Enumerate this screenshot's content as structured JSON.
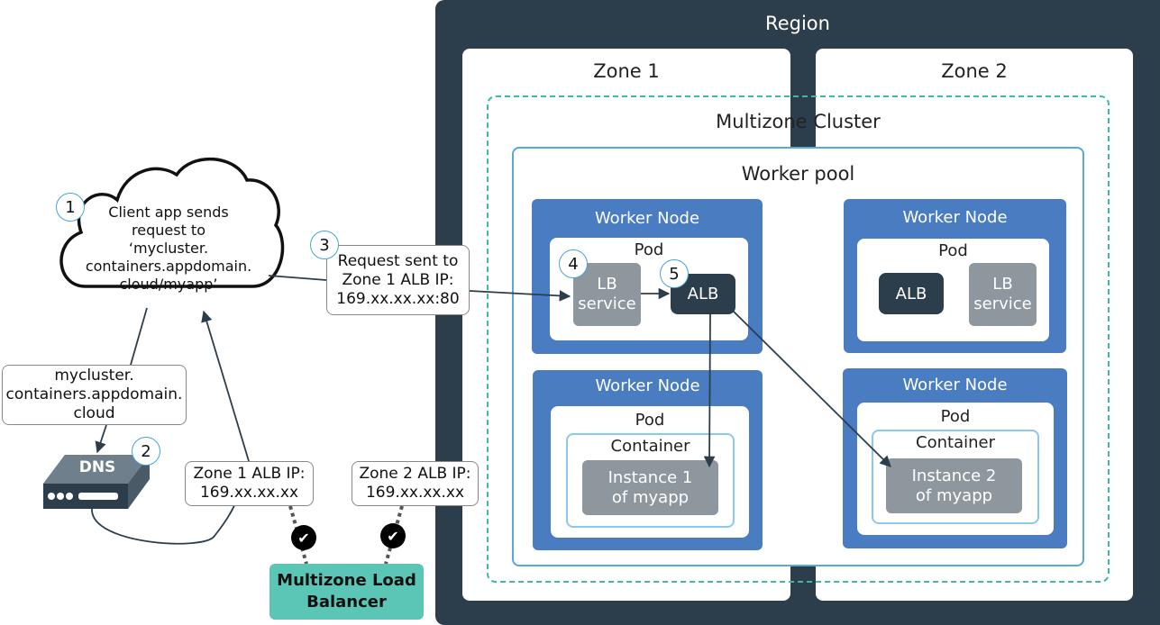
{
  "region": {
    "title": "Region"
  },
  "zones": [
    {
      "title": "Zone 1"
    },
    {
      "title": "Zone 2"
    }
  ],
  "cluster": {
    "title": "Multizone Cluster"
  },
  "worker_pool": {
    "title": "Worker pool"
  },
  "worker_nodes": {
    "title": "Worker Node",
    "pod_title": "Pod",
    "lb_service_line1": "LB",
    "lb_service_line2": "service",
    "alb": "ALB",
    "container_title": "Container",
    "instance1_line1": "Instance 1",
    "instance1_line2": "of myapp",
    "instance2_line1": "Instance 2",
    "instance2_line2": "of myapp"
  },
  "client": {
    "line1": "Client app sends",
    "line2": "request to",
    "line3": "‘mycluster.",
    "line4": "containers.appdomain.",
    "line5": "cloud/myapp’"
  },
  "dns_callout": {
    "line1": "mycluster.",
    "line2": "containers.appdomain.",
    "line3": "cloud"
  },
  "dns": {
    "label": "DNS"
  },
  "request_callout": {
    "line1": "Request sent to",
    "line2": "Zone 1 ALB IP:",
    "line3": "169.xx.xx.xx:80"
  },
  "zone1_ip_callout": {
    "line1": "Zone 1 ALB IP:",
    "line2": "169.xx.xx.xx"
  },
  "zone2_ip_callout": {
    "line1": "Zone 2 ALB IP:",
    "line2": "169.xx.xx.xx"
  },
  "load_balancer": {
    "line1": "Multizone Load",
    "line2": "Balancer"
  },
  "steps": [
    "1",
    "2",
    "3",
    "4",
    "5"
  ],
  "colors": {
    "region": "#2c3e4c",
    "worker_node": "#4a7cc2",
    "cluster_border": "#3fb8a8",
    "pool_border": "#57a9d6",
    "grey_box": "#8f979e",
    "load_balancer": "#5cc6b6",
    "step_border": "#4aa3d9"
  }
}
